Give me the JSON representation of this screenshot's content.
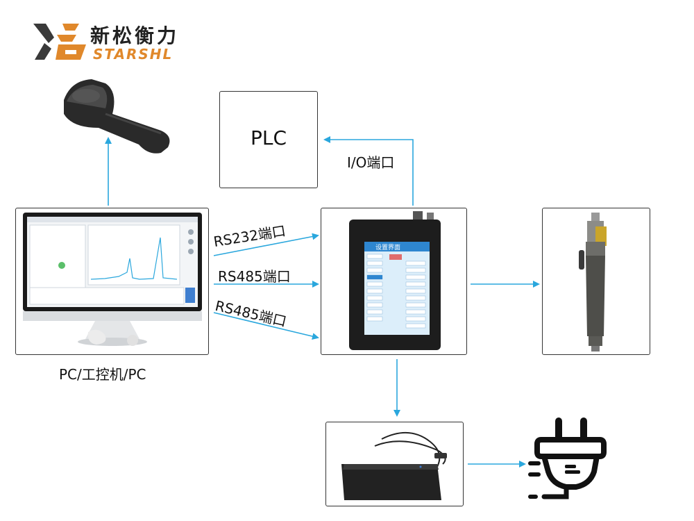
{
  "brand": {
    "name_cn": "新松衡力",
    "name_en": "STARSHL",
    "colors": {
      "orange": "#e0882b",
      "dark": "#3a3a3a"
    }
  },
  "diagram": {
    "plc_label": "PLC",
    "io_port_label": "I/O端口",
    "pc_label": "PC/工控机/PC",
    "rs232_label": "RS232端口",
    "rs485_label_1": "RS485端口",
    "rs485_label_2": "RS485端口",
    "arrow_color": "#2aa7dd"
  },
  "controller_screen": {
    "title": "设置界面"
  },
  "icons": {
    "scanner": "barcode-scanner-icon",
    "computer": "desktop-monitor-icon",
    "controller": "controller-unit-icon",
    "screwdriver": "electric-screwdriver-icon",
    "adapter": "power-adapter-icon",
    "plug": "power-plug-icon"
  }
}
